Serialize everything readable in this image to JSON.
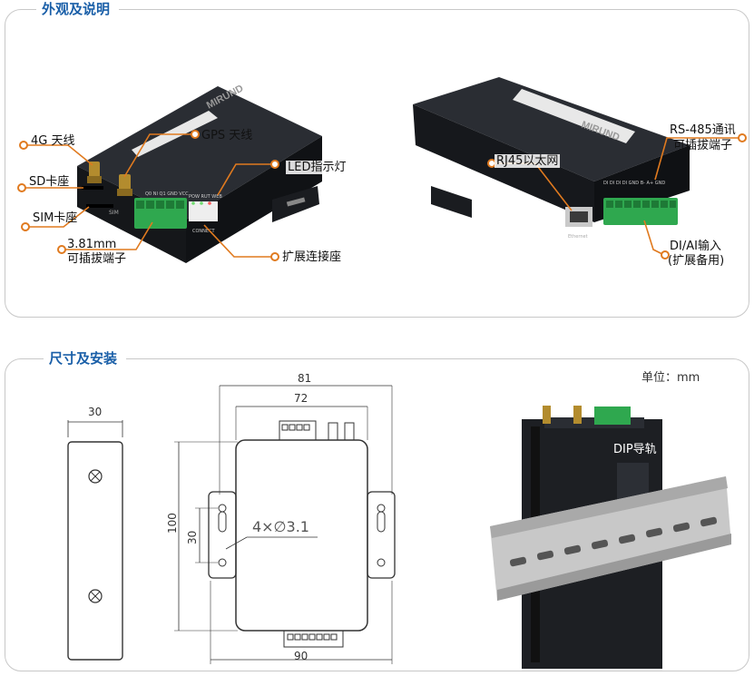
{
  "sections": {
    "appearance_title": "外观及说明",
    "dimensions_title": "尺寸及安装"
  },
  "callouts": {
    "antenna_4g": "4G 天线",
    "antenna_gps": "GPS 天线",
    "sd_slot": "SD卡座",
    "sim_slot": "SIM卡座",
    "led": "LED指示灯",
    "terminal_line1": "3.81mm",
    "terminal_line2": "可插拔端子",
    "expansion": "扩展连接座",
    "rj45": "RJ45以太网",
    "rs485_line1": "RS-485通讯",
    "rs485_line2": "可插拔端子",
    "diai_line1": "DI/AI输入",
    "diai_line2": "(扩展备用)",
    "din_rail": "DIP导轨"
  },
  "device_marks": {
    "brand": "MIRUND",
    "front_pins": "Q0  NI  Q1  GND  VCC",
    "led_labels": "POW  RUT  WEB",
    "connect": "CONNECT",
    "sim": "SIM",
    "ethernet": "Ethernet",
    "back_pins": "DI  DI  DI  DI  GND  B-  A+  GND"
  },
  "dimensions": {
    "unit": "单位：mm",
    "side_width": "30",
    "overall_width": "81",
    "body_width": "72",
    "bottom_width": "90",
    "height": "100",
    "hole_spacing": "30",
    "holes": "4×∅3.1"
  },
  "colors": {
    "accent_orange": "#e07a1f",
    "title_blue": "#1a5fa8",
    "device_black": "#1b1d21",
    "terminal_green": "#2fa84f"
  }
}
